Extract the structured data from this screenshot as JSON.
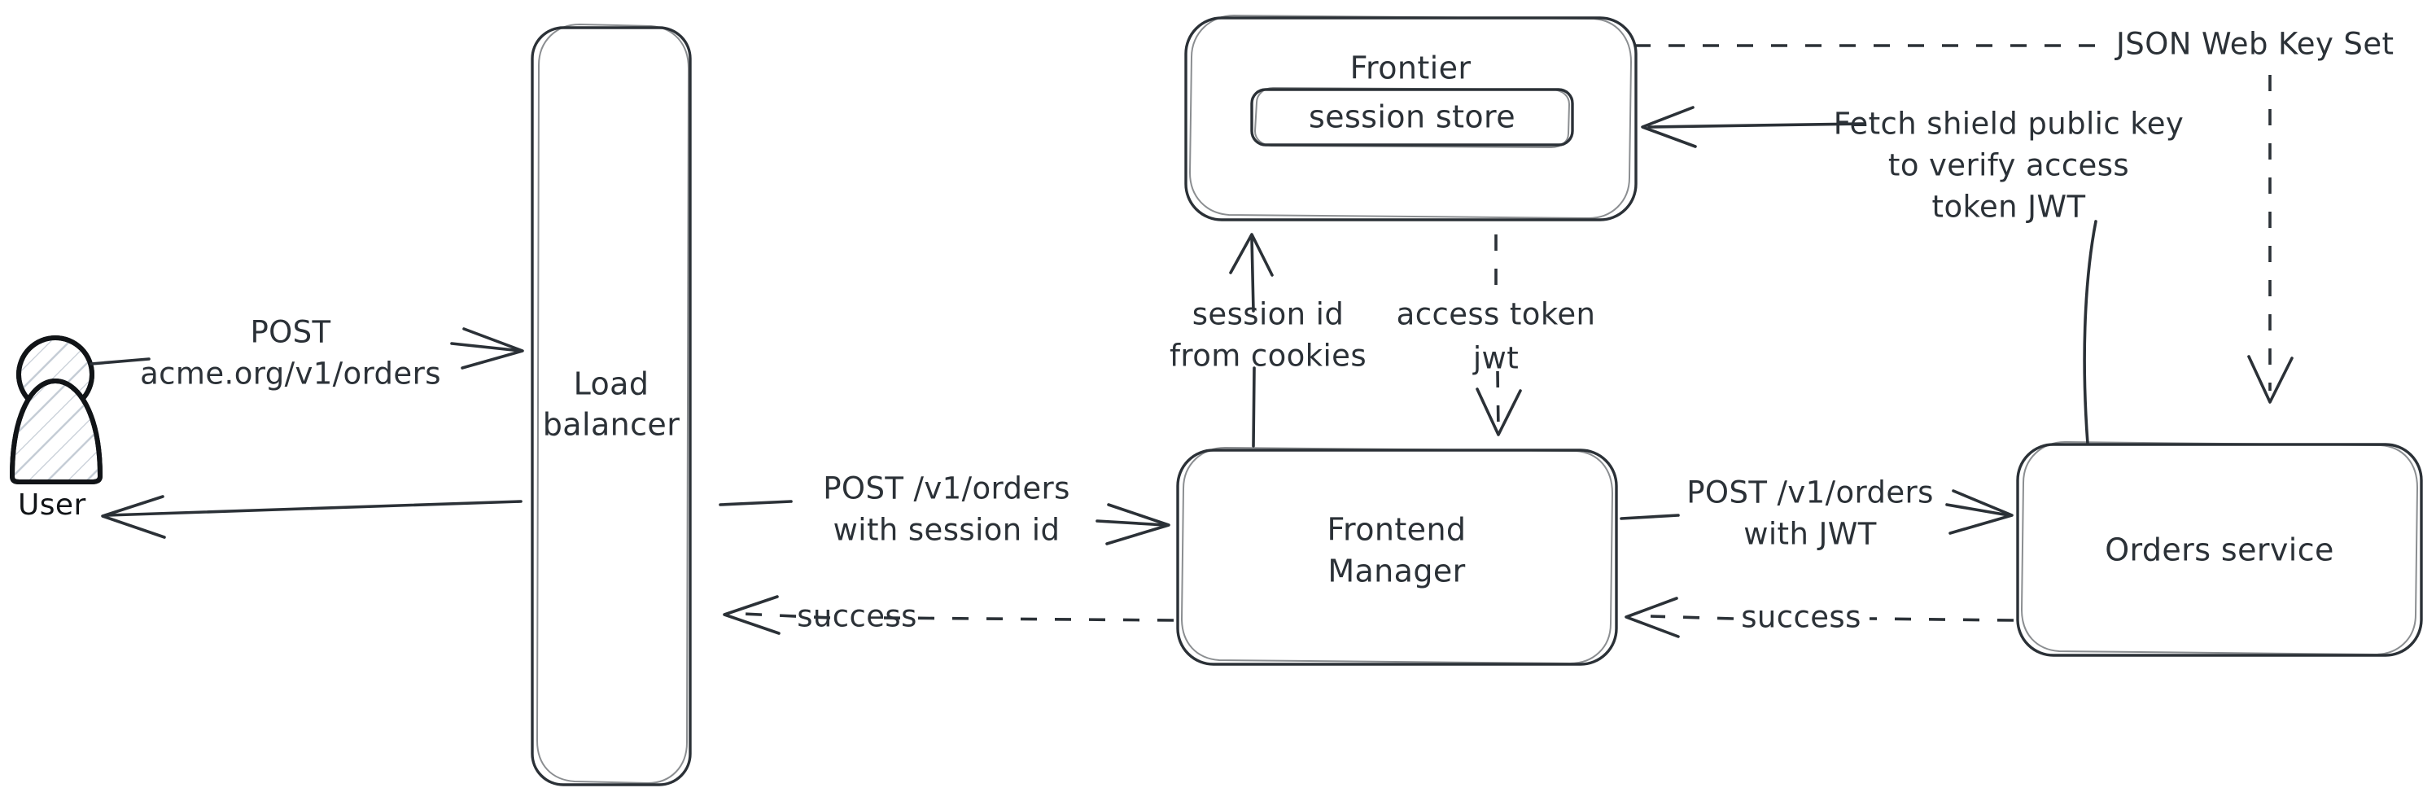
{
  "diagram": {
    "title": "Authentication request flow",
    "colors": {
      "stroke": "#2b3137",
      "background": "#ffffff",
      "hatch": "#c3cbd4",
      "person_outline": "#111417"
    },
    "actors": [
      {
        "id": "user",
        "label": "User",
        "icon": "person-icon"
      }
    ],
    "nodes": [
      {
        "id": "load-balancer",
        "label_line1": "Load",
        "label_line2": "balancer"
      },
      {
        "id": "frontier",
        "label": "Frontier"
      },
      {
        "id": "session-store",
        "label": "session store"
      },
      {
        "id": "frontend-manager",
        "label_line1": "Frontend",
        "label_line2": "Manager"
      },
      {
        "id": "orders-service",
        "label": "Orders service"
      }
    ],
    "edges": [
      {
        "id": "user-to-lb",
        "from": "user",
        "to": "load-balancer",
        "style": "solid",
        "label_line1": "POST",
        "label_line2": "acme.org/v1/orders"
      },
      {
        "id": "lb-to-user",
        "from": "load-balancer",
        "to": "user",
        "style": "solid",
        "label": ""
      },
      {
        "id": "lb-to-fm",
        "from": "load-balancer",
        "to": "frontend-manager",
        "style": "solid",
        "label_line1": "POST /v1/orders",
        "label_line2": "with session id"
      },
      {
        "id": "fm-to-lb-success",
        "from": "frontend-manager",
        "to": "load-balancer",
        "style": "dashed",
        "label": "success"
      },
      {
        "id": "fm-to-frontier",
        "from": "frontend-manager",
        "to": "frontier",
        "style": "solid",
        "label_line1": "session id",
        "label_line2": "from cookies"
      },
      {
        "id": "frontier-to-fm",
        "from": "frontier",
        "to": "frontend-manager",
        "style": "dashed",
        "label_line1": "access token",
        "label_line2": "jwt"
      },
      {
        "id": "fm-to-orders",
        "from": "frontend-manager",
        "to": "orders-service",
        "style": "solid",
        "label_line1": "POST /v1/orders",
        "label_line2": "with JWT"
      },
      {
        "id": "orders-to-fm-success",
        "from": "orders-service",
        "to": "frontend-manager",
        "style": "dashed",
        "label": "success"
      },
      {
        "id": "orders-to-frontier-fetch",
        "from": "orders-service",
        "to": "frontier",
        "style": "solid",
        "label_line1": "Fetch shield public key",
        "label_line2": "to verify access",
        "label_line3": "token JWT"
      },
      {
        "id": "frontier-to-orders-jwks",
        "from": "frontier",
        "to": "orders-service",
        "style": "dashed",
        "label": "JSON Web Key Set"
      }
    ]
  }
}
